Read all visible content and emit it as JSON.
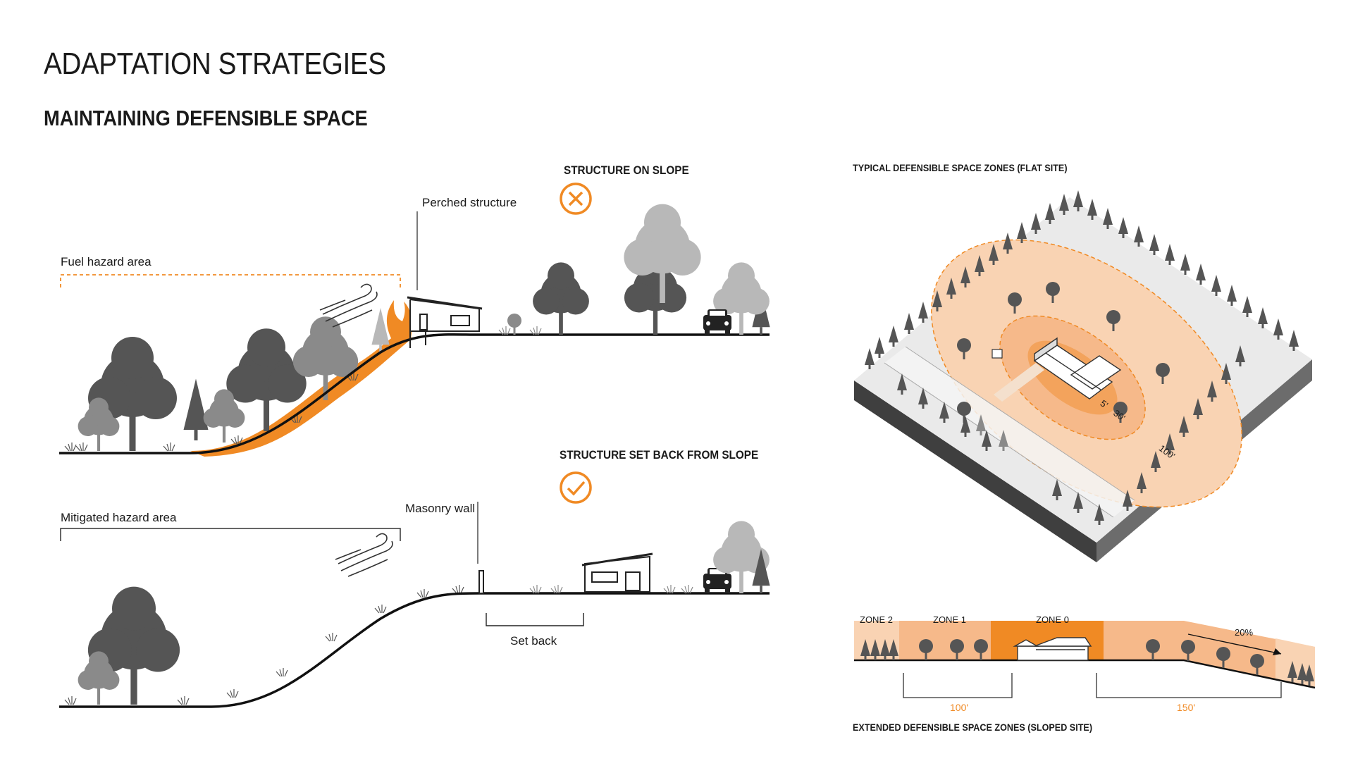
{
  "page": {
    "title": "ADAPTATION STRATEGIES",
    "subtitle": "MAINTAINING DEFENSIBLE SPACE"
  },
  "colors": {
    "accent": "#f08a24",
    "zone_light": "#f9d3b3",
    "zone_mid": "#f6b98a",
    "zone_dark": "#f08a24",
    "tree_dark": "#555555",
    "tree_mid": "#8a8a8a",
    "tree_light": "#b8b8b8",
    "ground": "#111111"
  },
  "slope_diagram": {
    "heading": "STRUCTURE ON SLOPE",
    "status_icon": "x-circle-icon",
    "fuel_label": "Fuel hazard area",
    "structure_label": "Perched structure"
  },
  "setback_diagram": {
    "heading": "STRUCTURE SET BACK FROM SLOPE",
    "status_icon": "check-circle-icon",
    "mitigated_label": "Mitigated hazard area",
    "wall_label": "Masonry wall",
    "setback_label": "Set back"
  },
  "flat_site": {
    "heading": "TYPICAL DEFENSIBLE SPACE ZONES (FLAT SITE)",
    "ring_labels": [
      "5'",
      "30'",
      "100'"
    ]
  },
  "sloped_site": {
    "heading": "EXTENDED DEFENSIBLE SPACE ZONES (SLOPED SITE)",
    "zones": [
      "ZONE 2",
      "ZONE 1",
      "ZONE 0"
    ],
    "slope_label": "20%",
    "dim_left": "100'",
    "dim_right": "150'"
  }
}
